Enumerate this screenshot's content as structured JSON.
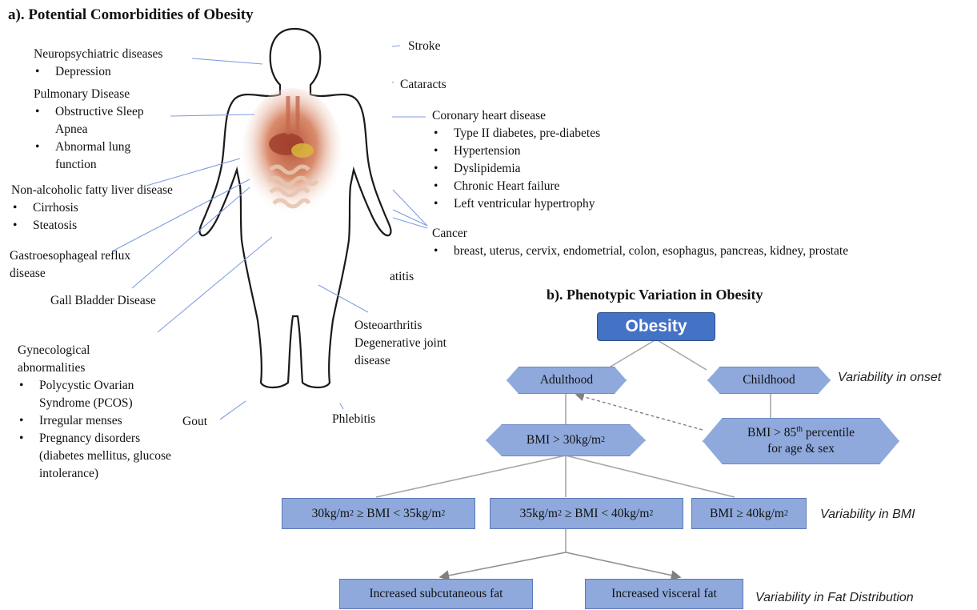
{
  "panel_a": {
    "title": "a). Potential Comorbidities of Obesity",
    "neuro": {
      "heading": "Neuropsychiatric diseases",
      "items": [
        "Depression"
      ]
    },
    "pulmonary": {
      "heading": "Pulmonary Disease",
      "items": [
        "Obstructive Sleep Apnea",
        "Abnormal lung function"
      ]
    },
    "nafld": {
      "heading": "Non-alcoholic fatty liver disease",
      "items": [
        "Cirrhosis",
        "Steatosis"
      ]
    },
    "gerd": "Gastroesophageal reflux disease",
    "gallbladder": "Gall Bladder Disease",
    "gyn": {
      "heading": "Gynecological abnormalities",
      "items": [
        "Polycystic Ovarian Syndrome (PCOS)",
        "Irregular menses",
        "Pregnancy disorders (diabetes mellitus, glucose intolerance)"
      ]
    },
    "gout": "Gout",
    "phlebitis": "Phlebitis",
    "osteo": [
      "Osteoarthritis",
      "Degenerative joint disease"
    ],
    "pancreatitis_fragment": "atitis",
    "stroke": "Stroke",
    "cataracts": "Cataracts",
    "chd": {
      "heading": "Coronary heart disease",
      "items": [
        "Type II diabetes, pre-diabetes",
        "Hypertension",
        "Dyslipidemia",
        "Chronic Heart failure",
        "Left ventricular hypertrophy"
      ]
    },
    "cancer": {
      "heading": "Cancer",
      "items": [
        "breast, uterus, cervix, endometrial, colon, esophagus, pancreas, kidney, prostate"
      ]
    }
  },
  "panel_b": {
    "title": "b). Phenotypic Variation in Obesity",
    "root": "Obesity",
    "adulthood": "Adulthood",
    "childhood": "Childhood",
    "bmi_adult": {
      "prefix": "BMI > 30kg/m",
      "sup": "2"
    },
    "bmi_child": {
      "line1_prefix": "BMI > 85",
      "line1_sup": "th",
      "line1_suffix": " percentile",
      "line2": "for age & sex"
    },
    "bmi_classes": [
      {
        "a": "30kg/m",
        "a_sup": "2",
        "b": " ≥ BMI < 35kg/m",
        "b_sup": "2"
      },
      {
        "a": "35kg/m",
        "a_sup": "2",
        "b": " ≥ BMI < 40kg/m",
        "b_sup": "2"
      },
      {
        "a": "BMI ≥ 40kg/m",
        "a_sup": "2",
        "b": "",
        "b_sup": ""
      }
    ],
    "fat": [
      "Increased subcutaneous fat",
      "Increased visceral fat"
    ],
    "variability": [
      "Variability in onset",
      "Variability in BMI",
      "Variability in Fat Distribution"
    ]
  },
  "colors": {
    "box_fill": "#8fa9dc",
    "root_fill": "#4472c4",
    "leader_line": "#7f9ee0",
    "tree_line": "#a6a6a6"
  }
}
